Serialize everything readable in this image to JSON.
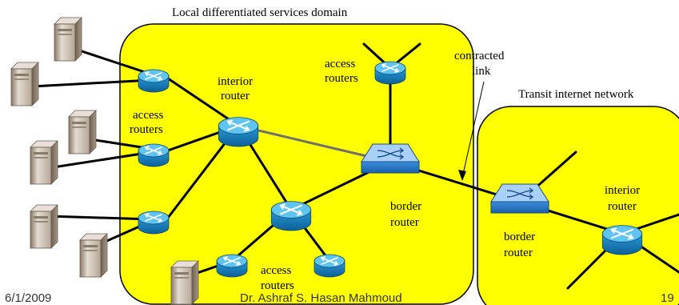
{
  "labels": {
    "domain_title": "Local differentiated services domain",
    "transit_title": "Transit internet network",
    "contracted_line1": "contracted",
    "contracted_line2": "link",
    "access_top_line1": "access",
    "access_top_line2": "routers",
    "interior_line1": "interior",
    "interior_line2": "router",
    "access_left_line1": "access",
    "access_left_line2": "routers",
    "border_left_line1": "border",
    "border_left_line2": "router",
    "access_bottom_line1": "access",
    "access_bottom_line2": "routers",
    "border_right_line1": "border",
    "border_right_line2": "router",
    "interior_right_line1": "interior",
    "interior_right_line2": "router"
  },
  "footer": {
    "date": "6/1/2009",
    "author": "Dr. Ashraf S. Hasan Mahmoud",
    "page": "19"
  },
  "colors": {
    "domain_fill": "#ffff00",
    "router_body": "#1e88c8",
    "router_top": "#5fc4f0",
    "switch_body": "#2f7fd0",
    "switch_top": "#a8d0f8",
    "server_body": "#d8ccc0",
    "link": "#000000",
    "gray_link": "#707070"
  },
  "icons": {
    "router": "router-icon",
    "switch": "border-router-switch-icon",
    "server": "server-tower-icon"
  }
}
